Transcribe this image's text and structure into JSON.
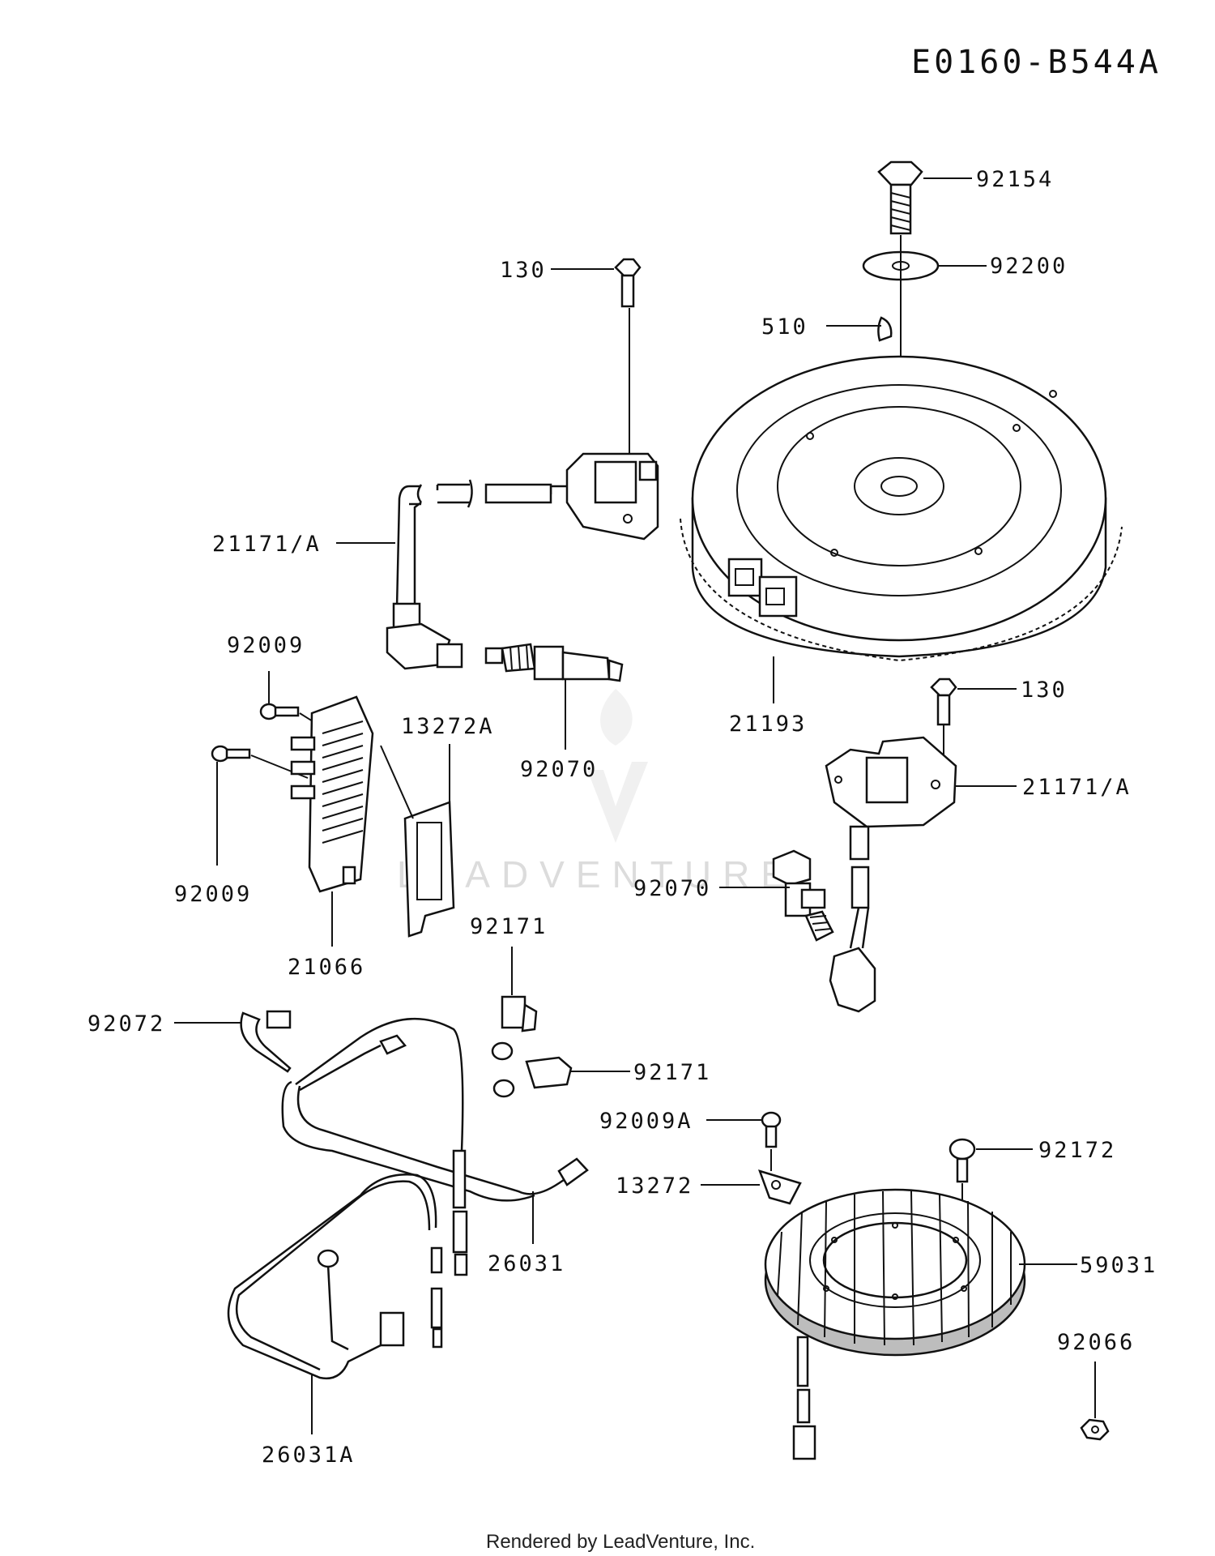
{
  "diagram_code": "E0160-B544A",
  "footer": "Rendered by LeadVenture, Inc.",
  "watermark": "LEADVENTURE",
  "parts": {
    "p92154": "92154",
    "p92200": "92200",
    "p510": "510",
    "p130_top": "130",
    "p21171a_left": "21171/A",
    "p21193": "21193",
    "p130_right": "130",
    "p92009_top": "92009",
    "p13272a": "13272A",
    "p92070_top": "92070",
    "p21171a_right": "21171/A",
    "p92009_bottom": "92009",
    "p92070_right": "92070",
    "p21066": "21066",
    "p92171_top": "92171",
    "p92072": "92072",
    "p92171_bottom": "92171",
    "p92009a": "92009A",
    "p92172": "92172",
    "p13272": "13272",
    "p26031": "26031",
    "p59031": "59031",
    "p92066": "92066",
    "p26031a": "26031A"
  }
}
